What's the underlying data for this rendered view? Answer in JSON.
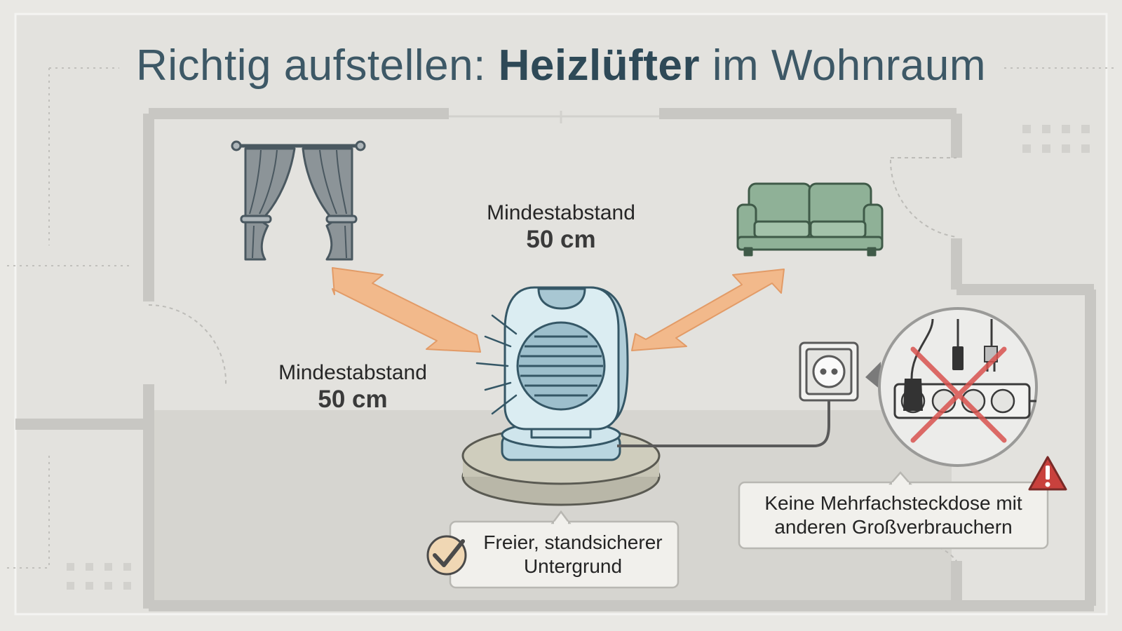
{
  "title": {
    "part1": "Richtig aufstellen: ",
    "part2": "Heizlüfter",
    "part3": " im Wohnraum"
  },
  "distance_top": {
    "label": "Mindestabstand",
    "value": "50 cm"
  },
  "distance_left": {
    "label": "Mindestabstand",
    "value": "50 cm"
  },
  "floor_note": {
    "line1": "Freier, standsicherer",
    "line2": "Untergrund"
  },
  "plug_warning": {
    "line1": "Keine Mehrfachsteckdose mit",
    "line2": "anderen Großverbrauchern"
  },
  "icons": {
    "curtain": "curtain-icon",
    "sofa": "sofa-icon",
    "heater": "fan-heater-icon",
    "socket": "wall-socket-icon",
    "power_strip": "power-strip-icon",
    "check": "check-icon",
    "warning": "warning-icon"
  },
  "colors": {
    "title": "#3d5866",
    "arrow": "#f2b98b",
    "sofa": "#8fb197",
    "curtain": "#8c9498",
    "heater": "#d8eaf0",
    "prohibit": "#d9534f",
    "warning": "#c9413d",
    "check": "#f0d7b4"
  }
}
